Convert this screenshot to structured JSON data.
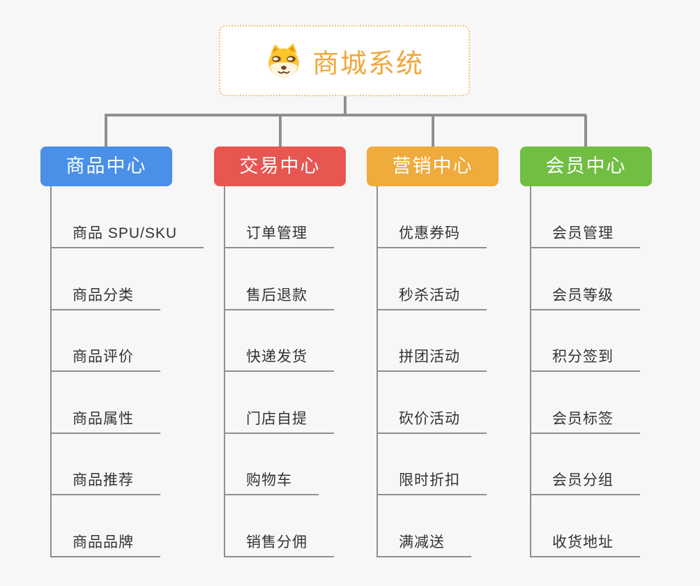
{
  "background_color": "#f7f7f7",
  "connector_color": "#8f8f8f",
  "root": {
    "title": "商城系统",
    "icon": "shiba-dog-icon",
    "text_color": "#f0a73d",
    "border_color": "#f2c26e"
  },
  "branches": [
    {
      "label": "商品中心",
      "color": "#4a8fe8",
      "children": [
        "商品 SPU/SKU",
        "商品分类",
        "商品评价",
        "商品属性",
        "商品推荐",
        "商品品牌"
      ]
    },
    {
      "label": "交易中心",
      "color": "#e85652",
      "children": [
        "订单管理",
        "售后退款",
        "快递发货",
        "门店自提",
        "购物车",
        "销售分佣"
      ]
    },
    {
      "label": "营销中心",
      "color": "#efab3c",
      "children": [
        "优惠券码",
        "秒杀活动",
        "拼团活动",
        "砍价活动",
        "限时折扣",
        "满减送"
      ]
    },
    {
      "label": "会员中心",
      "color": "#71be42",
      "children": [
        "会员管理",
        "会员等级",
        "积分签到",
        "会员标签",
        "会员分组",
        "收货地址"
      ]
    }
  ]
}
